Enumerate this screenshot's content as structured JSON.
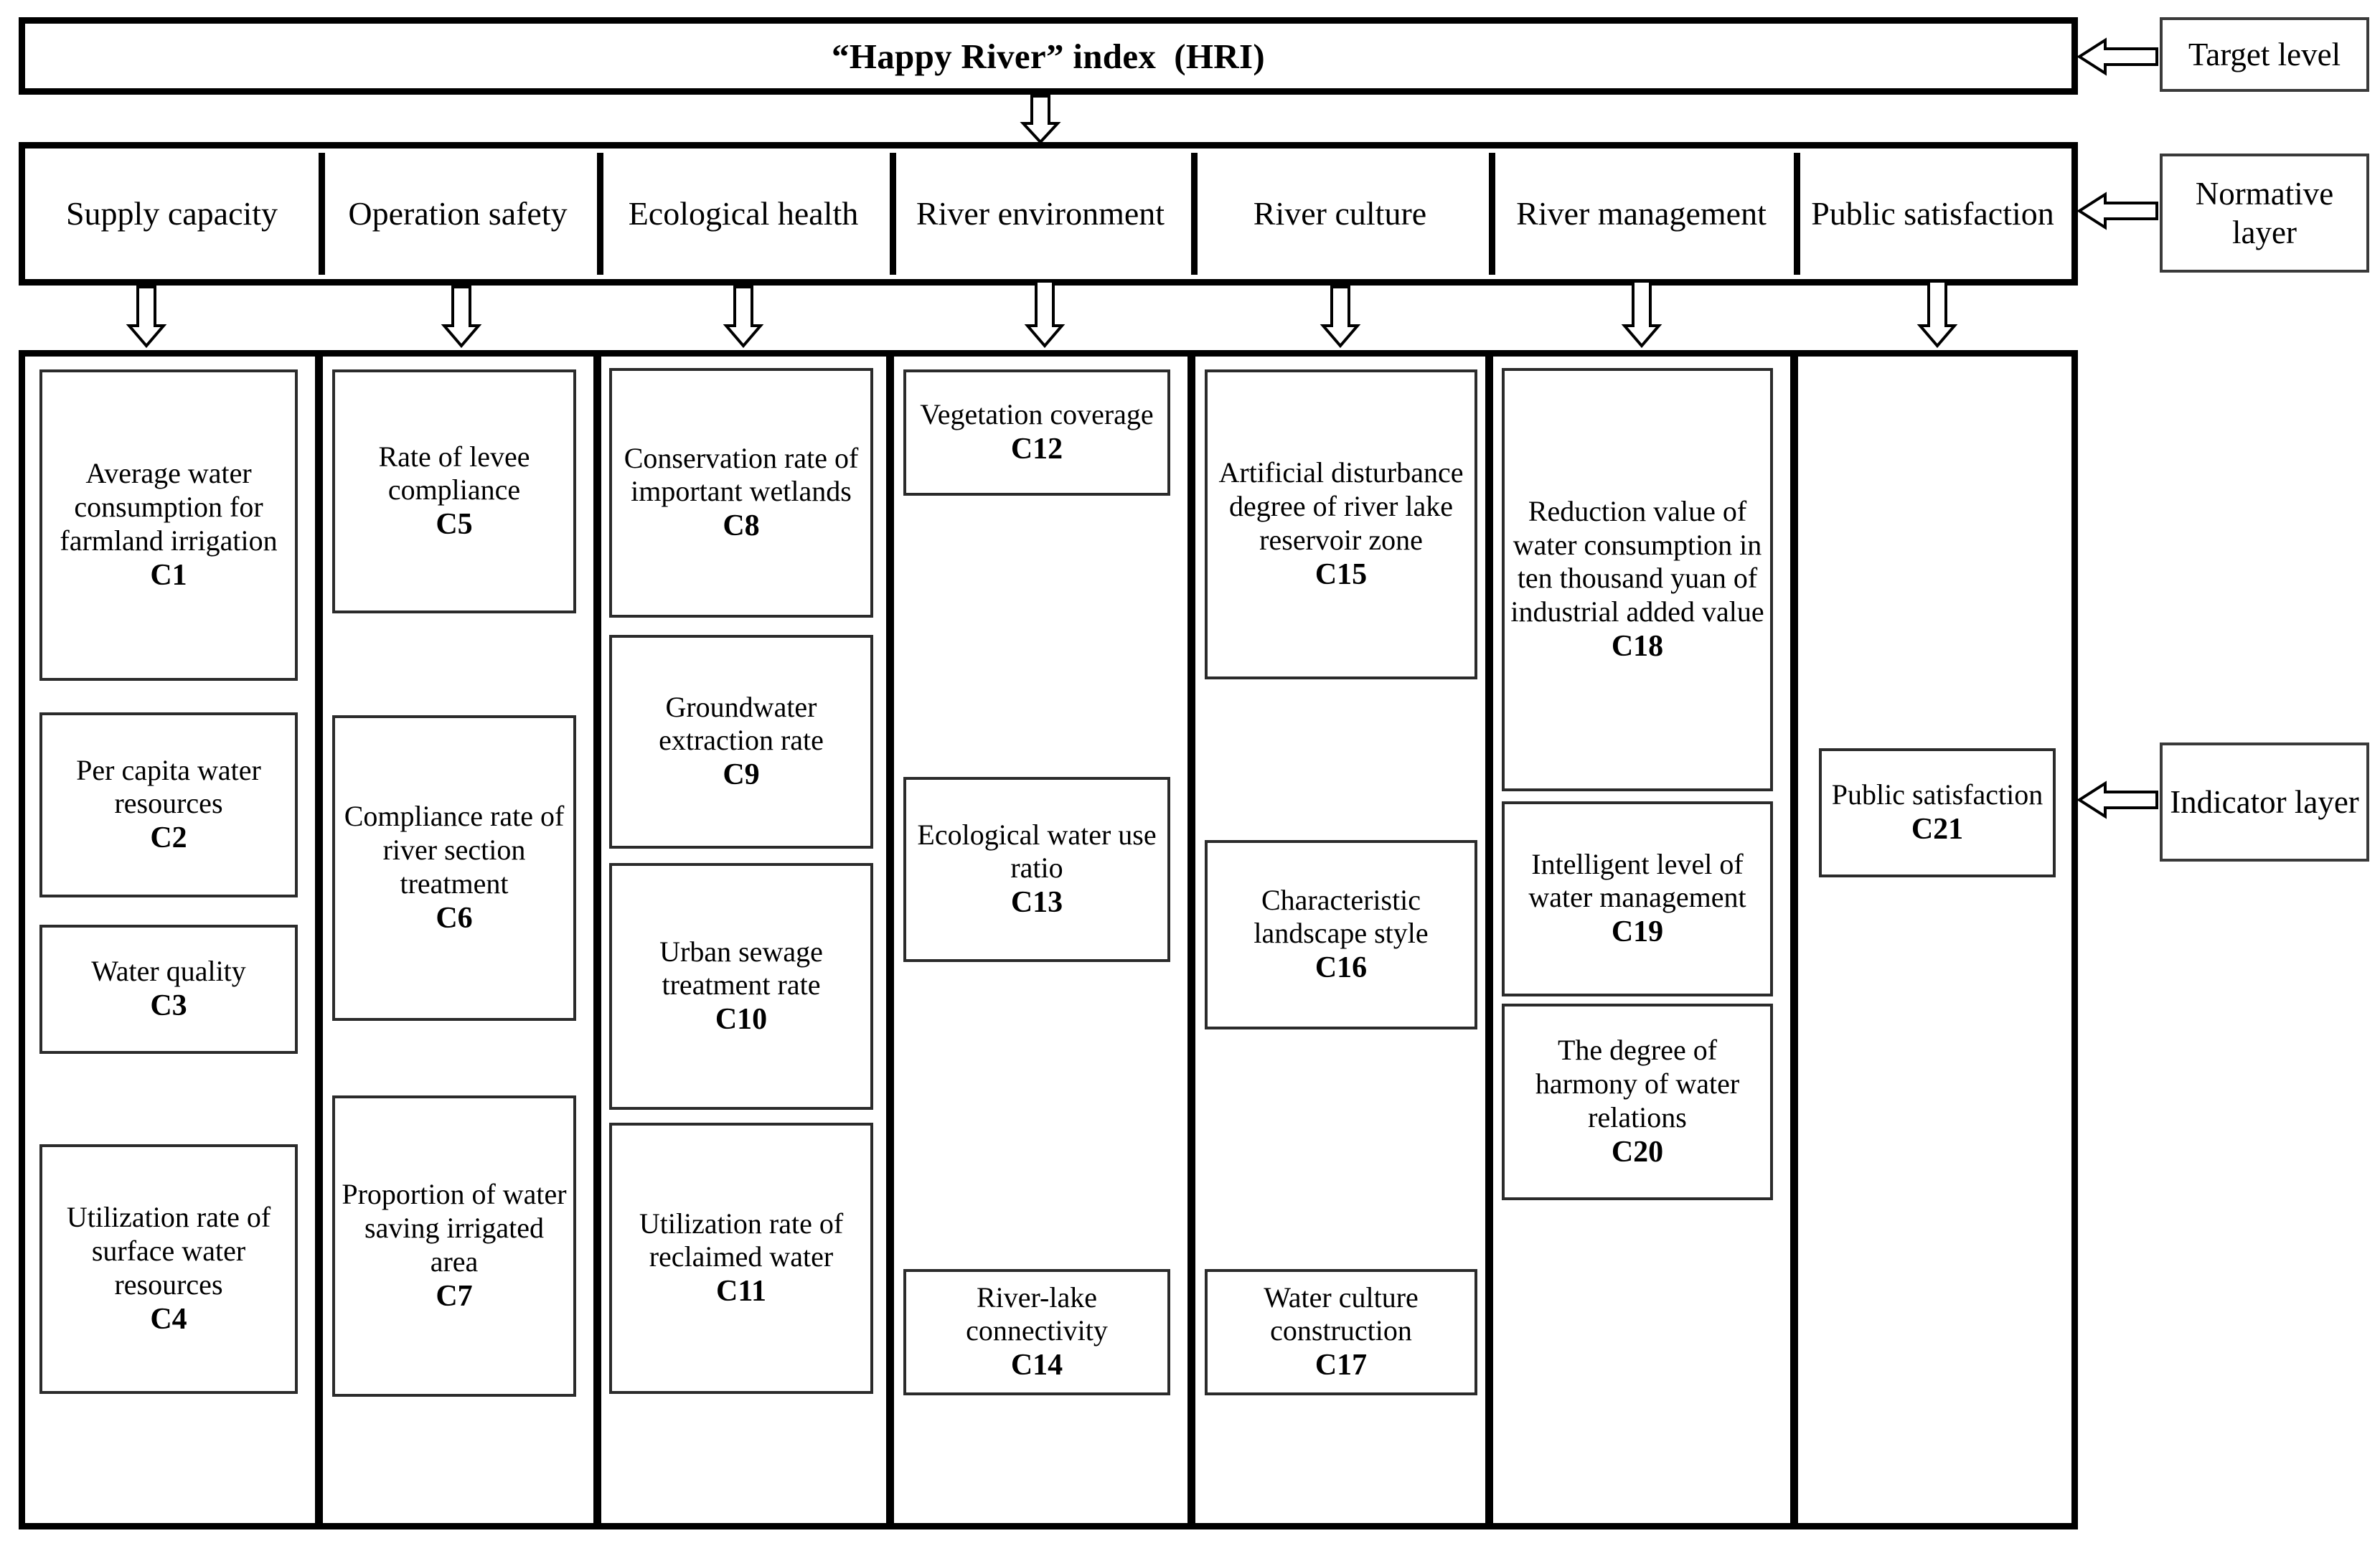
{
  "target": {
    "title": "“Happy River” index  (HRI)",
    "legend_label": "Target level"
  },
  "normative": {
    "legend_label": "Normative layer",
    "items": [
      {
        "label": "Supply capacity"
      },
      {
        "label": "Operation safety"
      },
      {
        "label": "Ecological health"
      },
      {
        "label": "River environment"
      },
      {
        "label": "River culture"
      },
      {
        "label": "River management"
      },
      {
        "label": "Public satisfaction"
      }
    ]
  },
  "indicator": {
    "legend_label": "Indicator layer",
    "items": [
      {
        "text": "Average water consumption for farmland irrigation",
        "code": "C1"
      },
      {
        "text": "Per capita water resources",
        "code": "C2"
      },
      {
        "text": "Water quality",
        "code": "C3"
      },
      {
        "text": "Utilization rate of surface water resources",
        "code": "C4"
      },
      {
        "text": "Rate of levee compliance",
        "code": "C5"
      },
      {
        "text": "Compliance rate of river section treatment",
        "code": "C6"
      },
      {
        "text": "Proportion of water saving irrigated area",
        "code": "C7"
      },
      {
        "text": "Conservation rate of important wetlands",
        "code": "C8"
      },
      {
        "text": "Groundwater extraction rate",
        "code": "C9"
      },
      {
        "text": "Urban sewage treatment rate",
        "code": "C10"
      },
      {
        "text": "Utilization rate of reclaimed water",
        "code": "C11"
      },
      {
        "text": "Vegetation coverage",
        "code": "C12"
      },
      {
        "text": "Ecological water use ratio",
        "code": "C13"
      },
      {
        "text": "River-lake connectivity",
        "code": "C14"
      },
      {
        "text": "Artificial disturbance degree of river lake reservoir zone",
        "code": "C15"
      },
      {
        "text": "Characteristic landscape style",
        "code": "C16"
      },
      {
        "text": "Water culture construction",
        "code": "C17"
      },
      {
        "text": "Reduction value of water consumption in ten thousand yuan of industrial added value",
        "code": "C18"
      },
      {
        "text": "Intelligent level of water management",
        "code": "C19"
      },
      {
        "text": "The degree of harmony of water relations",
        "code": "C20"
      },
      {
        "text": "Public satisfaction",
        "code": "C21"
      }
    ]
  },
  "colors": {
    "line": "#000000",
    "box_border": "#2b2b2b",
    "background": "#ffffff"
  }
}
